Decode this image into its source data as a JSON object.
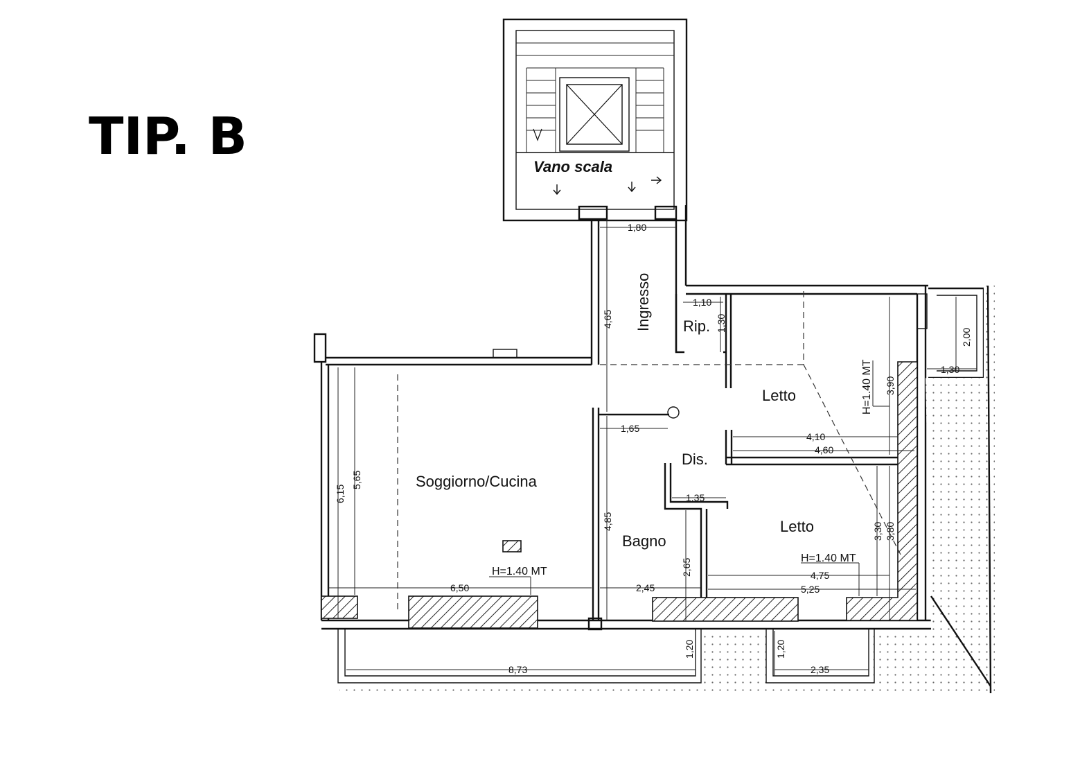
{
  "title": "TIP. B",
  "rooms": {
    "stair": "Vano scala",
    "entrance": "Ingresso",
    "storage": "Rip.",
    "living_kitchen": "Soggiorno/Cucina",
    "bedroom_1": "Letto",
    "bedroom_2": "Letto",
    "hallway": "Dis.",
    "bathroom": "Bagno"
  },
  "height_notes": {
    "living": "H=1.40 MT",
    "bedroom_1": "H=1.40 MT",
    "bedroom_2": "H=1.40 MT"
  },
  "dimensions": {
    "entrance_width": "1,80",
    "entrance_length": "4,65",
    "storage_width": "1,10",
    "storage_length": "1,30",
    "balcony_depth": "2,00",
    "balcony_width": "1,30",
    "bedroom1_depth": "3,90",
    "bedroom1_inner_width": "4,10",
    "bedroom1_width": "4,60",
    "hall_width": "1,65",
    "hall_lower_width": "1,35",
    "living_outer_depth": "6,15",
    "living_inner_depth": "5,65",
    "living_width": "6,50",
    "bath_length": "4,85",
    "bath_width": "2,45",
    "bath_lower": "2,65",
    "bedroom2_depth_inner": "3,30",
    "bedroom2_depth": "3,80",
    "bedroom2_inner_width": "4,75",
    "bedroom2_width": "5,25",
    "terrace_length": "8,73",
    "terrace_depth_left": "1,20",
    "terrace_depth_right": "1,20",
    "terrace_small_width": "2,35"
  }
}
